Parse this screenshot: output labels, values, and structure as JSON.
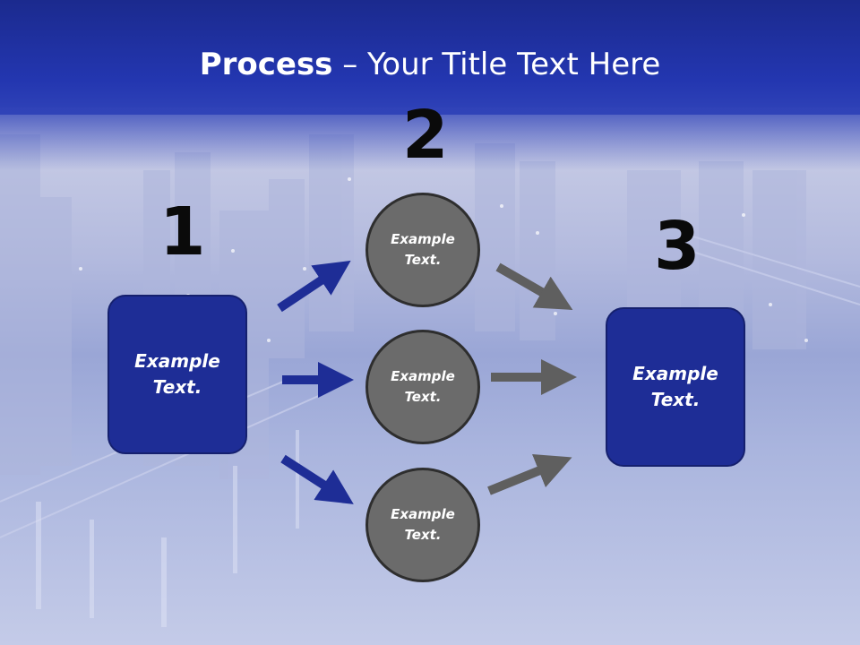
{
  "title": {
    "bold": "Process",
    "rest": " – Your Title Text Here"
  },
  "steps": {
    "one": "1",
    "two": "2",
    "three": "3"
  },
  "nodes": {
    "left_box": [
      "Example",
      "Text."
    ],
    "circle_top": [
      "Example",
      "Text."
    ],
    "circle_mid": [
      "Example",
      "Text."
    ],
    "circle_bottom": [
      "Example",
      "Text."
    ],
    "right_box": [
      "Example",
      "Text."
    ]
  },
  "colors": {
    "header": "#2336b0",
    "box": "#1e2d96",
    "circle": "#6b6b6b",
    "arrow_blue": "#1e2d96",
    "arrow_gray": "#5f5f5f"
  }
}
